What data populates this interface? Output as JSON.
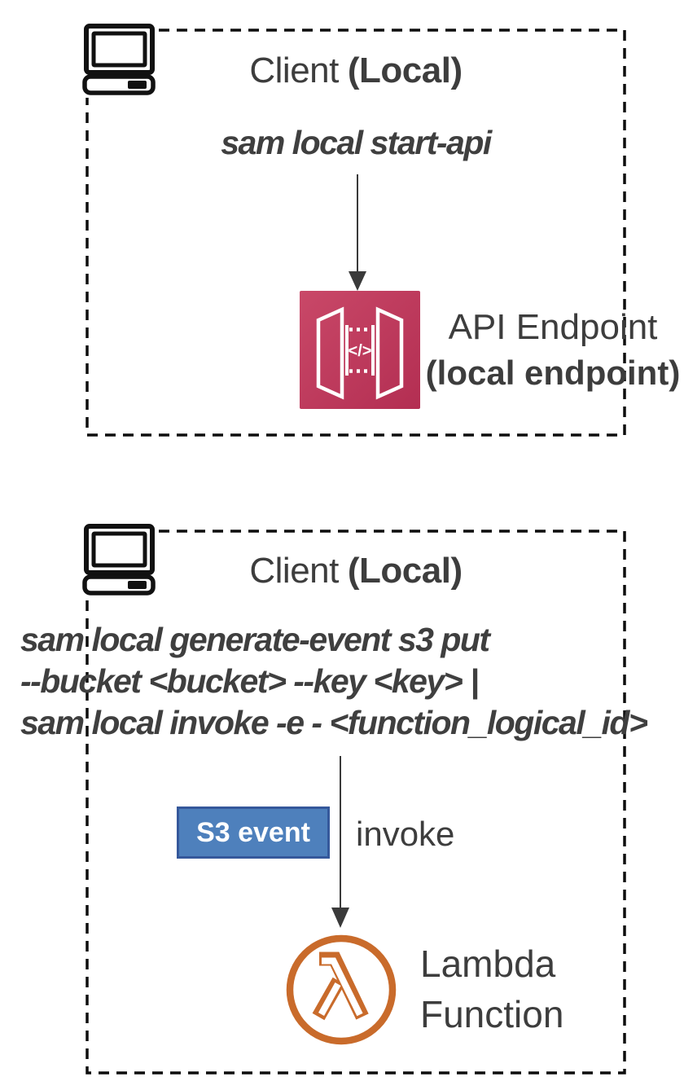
{
  "diagram": {
    "section1": {
      "client_title": "Client",
      "client_title_suffix": "(Local)",
      "command": "sam local start-api",
      "api_icon_code": "</>",
      "endpoint_label": "API Endpoint",
      "endpoint_sublabel": "(local endpoint)"
    },
    "section2": {
      "client_title": "Client",
      "client_title_suffix": "(Local)",
      "command_lines": [
        "sam local generate-event s3 put",
        "--bucket <bucket> --key <key> |",
        "sam local invoke -e - <function_logical_id>"
      ],
      "event_badge_label": "S3 event",
      "arrow_label": "invoke",
      "lambda_label_line1": "Lambda",
      "lambda_label_line2": "Function"
    },
    "colors": {
      "api_gateway_pink": "#c13a5e",
      "s3_badge_blue": "#4e80bc",
      "s3_badge_border": "#35589b",
      "lambda_orange": "#c96b2b",
      "text_dark": "#3d3d3d",
      "dashed_border": "#0d0d0d"
    }
  }
}
